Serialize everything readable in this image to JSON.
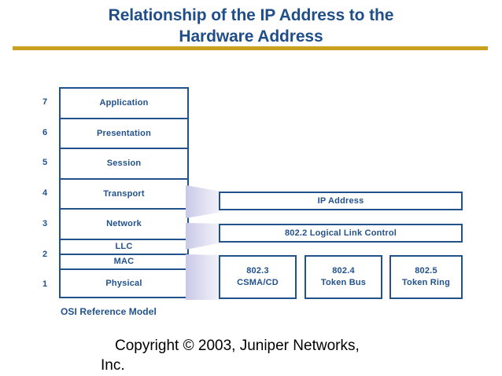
{
  "slide": {
    "title_line1": "Relationship of the IP Address to the",
    "title_line2": "Hardware Address",
    "rule_color": "#c8a11e",
    "accent_color": "#21528c",
    "title_color": "#1f4e88"
  },
  "osi": {
    "caption": "OSI Reference Model",
    "layers": [
      {
        "number": "7",
        "label": "Application"
      },
      {
        "number": "6",
        "label": "Presentation"
      },
      {
        "number": "5",
        "label": "Session"
      },
      {
        "number": "4",
        "label": "Transport"
      },
      {
        "number": "3",
        "label": "Network"
      },
      {
        "number": "2",
        "label": "LLC"
      },
      {
        "number": "",
        "label": "MAC"
      },
      {
        "number": "1",
        "label": "Physical"
      }
    ]
  },
  "protocols": {
    "ip_address": "IP Address",
    "logical_link_control": "802.2 Logical Link Control",
    "mac_options": [
      {
        "standard": "802.3",
        "name": "CSMA/CD"
      },
      {
        "standard": "802.4",
        "name": "Token Bus"
      },
      {
        "standard": "802.5",
        "name": "Token Ring"
      }
    ]
  },
  "footer": {
    "copyright_line1": "Copyright © 2003, Juniper Networks,",
    "copyright_line2": "Inc."
  }
}
